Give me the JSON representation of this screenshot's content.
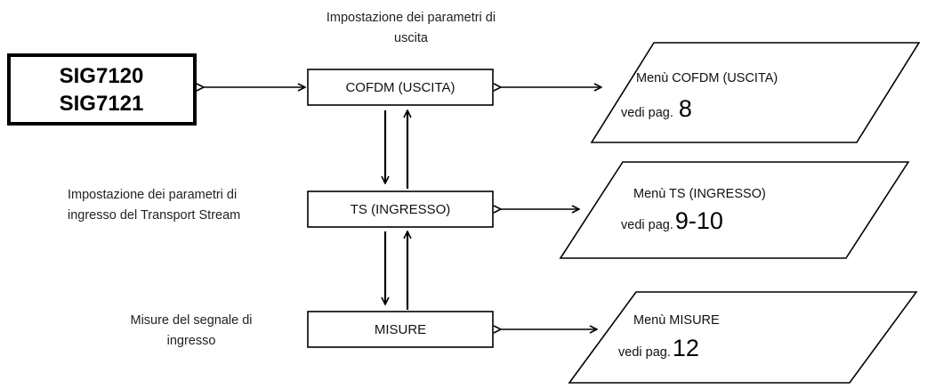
{
  "device": {
    "line1": "SIG7120",
    "line2": "SIG7121"
  },
  "boxes": {
    "cofdm": "COFDM (USCITA)",
    "ts": "TS (INGRESSO)",
    "misure": "MISURE"
  },
  "notes": {
    "cofdm_line1": "Impostazione dei parametri di",
    "cofdm_line2": "uscita",
    "ts_line1": "Impostazione dei parametri di",
    "ts_line2": "ingresso del Transport Stream",
    "misure_line1": "Misure del segnale di",
    "misure_line2": "ingresso"
  },
  "menus": {
    "cofdm": {
      "title": "Menù COFDM (USCITA)",
      "ref_prefix": "vedi pag.",
      "page": "8"
    },
    "ts": {
      "title": "Menù TS (INGRESSO)",
      "ref_prefix": "vedi pag.",
      "page": "9-10"
    },
    "misure": {
      "title": "Menù MISURE",
      "ref_prefix": "vedi pag.",
      "page": "12"
    }
  }
}
